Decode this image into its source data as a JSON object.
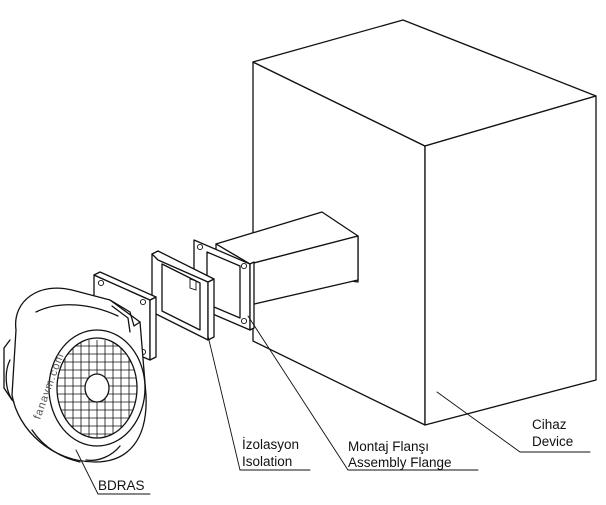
{
  "labels": {
    "device_tr": "Cihaz",
    "device_en": "Device",
    "flange_tr": "Montaj Flanşı",
    "flange_en": "Assembly Flange",
    "isolation_tr": "İzolasyon",
    "isolation_en": "Isolation",
    "fan": "BDRAS"
  },
  "watermark": "fanavm.com"
}
